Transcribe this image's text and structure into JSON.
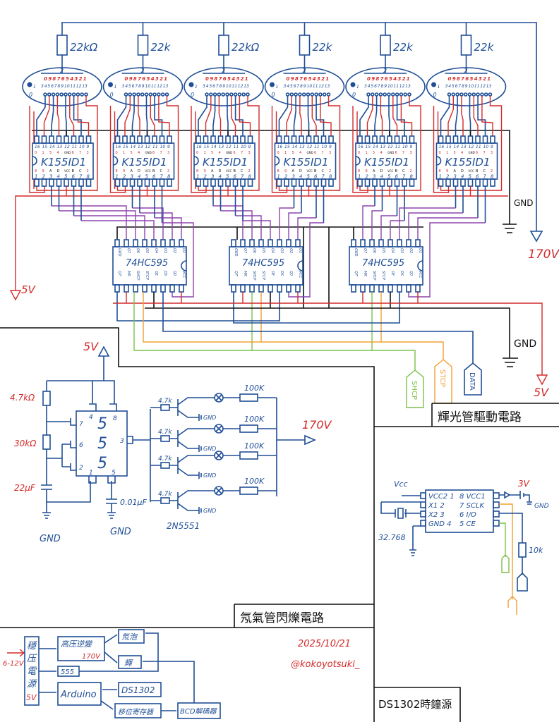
{
  "colors": {
    "wire_blue": "#1f4e96",
    "power_red": "#d42a2a",
    "signal_purple": "#8e44ad",
    "shcp_green": "#7cc04b",
    "stcp_orange": "#f0a030",
    "ground_black": "#111111"
  },
  "driver": {
    "title": "輝光管驅動電路",
    "tube_resistors": [
      "22kΩ",
      "22k",
      "22kΩ",
      "22k",
      "22k",
      "22k"
    ],
    "tube_anode": "2",
    "tube_dot_label": "1",
    "tube_zero_label": "0",
    "tube_digits": [
      "0",
      "9",
      "8",
      "7",
      "6",
      "5",
      "4",
      "3",
      "2",
      "1"
    ],
    "tube_pins": [
      "3",
      "4",
      "5",
      "6",
      "7",
      "8",
      "9",
      "10",
      "11",
      "12",
      "13"
    ],
    "decoder_chip": "K155ID1",
    "decoder_top_pins": [
      "16",
      "15",
      "14",
      "13",
      "12",
      "11",
      "10",
      "9"
    ],
    "decoder_top_functions": [
      "0",
      "1",
      "5",
      "4",
      "GND",
      "6",
      "7",
      "3"
    ],
    "decoder_bottom_pins": [
      "1",
      "2",
      "3",
      "4",
      "5",
      "6",
      "7",
      "8"
    ],
    "decoder_bottom_functions": [
      "8",
      "9",
      "A",
      "D",
      "VCC",
      "B",
      "C",
      "2"
    ],
    "shift_chip": "74HC595",
    "shift_top_pins": [
      "GND",
      "Q7",
      "Q6",
      "Q5",
      "Q4",
      "Q3",
      "Q2",
      "Q1"
    ],
    "shift_bottom_pins": [
      "Q7'",
      "MR",
      "SHCP",
      "STCP",
      "OE",
      "DS",
      "Q0",
      "VCC"
    ],
    "gnd_top": "GND",
    "hv": "170V",
    "v5_left": "5V",
    "gnd_bottom": "GND",
    "v5_right": "5V",
    "tag_shcp": "SHCP",
    "tag_stcp": "STCP",
    "tag_data": "DATA"
  },
  "neon": {
    "title": "氖氣管閃爍電路",
    "supply": "5V",
    "r1": "4.7kΩ",
    "r2": "30kΩ",
    "c1": "22μF",
    "c2": "0.01μF",
    "gnd1": "GND",
    "gnd2": "GND",
    "chip_text": [
      "5",
      "5",
      "5"
    ],
    "pins": {
      "p4": "4",
      "p8": "8",
      "p7": "7",
      "p6": "6",
      "p2": "2",
      "p3": "3",
      "p1": "1",
      "p5": "5"
    },
    "base_resistors": [
      "4.7k",
      "4.7k",
      "4.7k",
      "4.7k"
    ],
    "load_resistors": [
      "100K",
      "100K",
      "100K",
      "100K"
    ],
    "emitter_gnd": [
      "GND",
      "GND",
      "GND",
      "GND"
    ],
    "hv": "170V",
    "transistor": "2N5551"
  },
  "rtc": {
    "title": "DS1302時鐘源",
    "vcc": "Vcc",
    "crystal": "32.768",
    "left_pins": [
      "VCC2 1",
      "X1  2",
      "X2  3",
      "GND 4"
    ],
    "right_pins": [
      "8 VCC1",
      "7 SCLK",
      "6 I/O",
      "5 CE"
    ],
    "battery": "3V",
    "gnd": "GND",
    "pullup": "10k"
  },
  "block": {
    "input": "6-12V",
    "regulator": [
      "穩",
      "压",
      "電",
      "源"
    ],
    "regulator_out": "5V",
    "hv_converter": "高压逆變",
    "hv_out": "170V",
    "neon_bulb": "氖泡",
    "nixie": "輝",
    "timer": "555",
    "mcu": "Arduino",
    "rtc": "DS1302",
    "shift_register": "移位寄存器",
    "decoder": "BCD解碼器"
  },
  "signature": {
    "date": "2025/10/21",
    "handle": "@kokoyotsuki_"
  }
}
